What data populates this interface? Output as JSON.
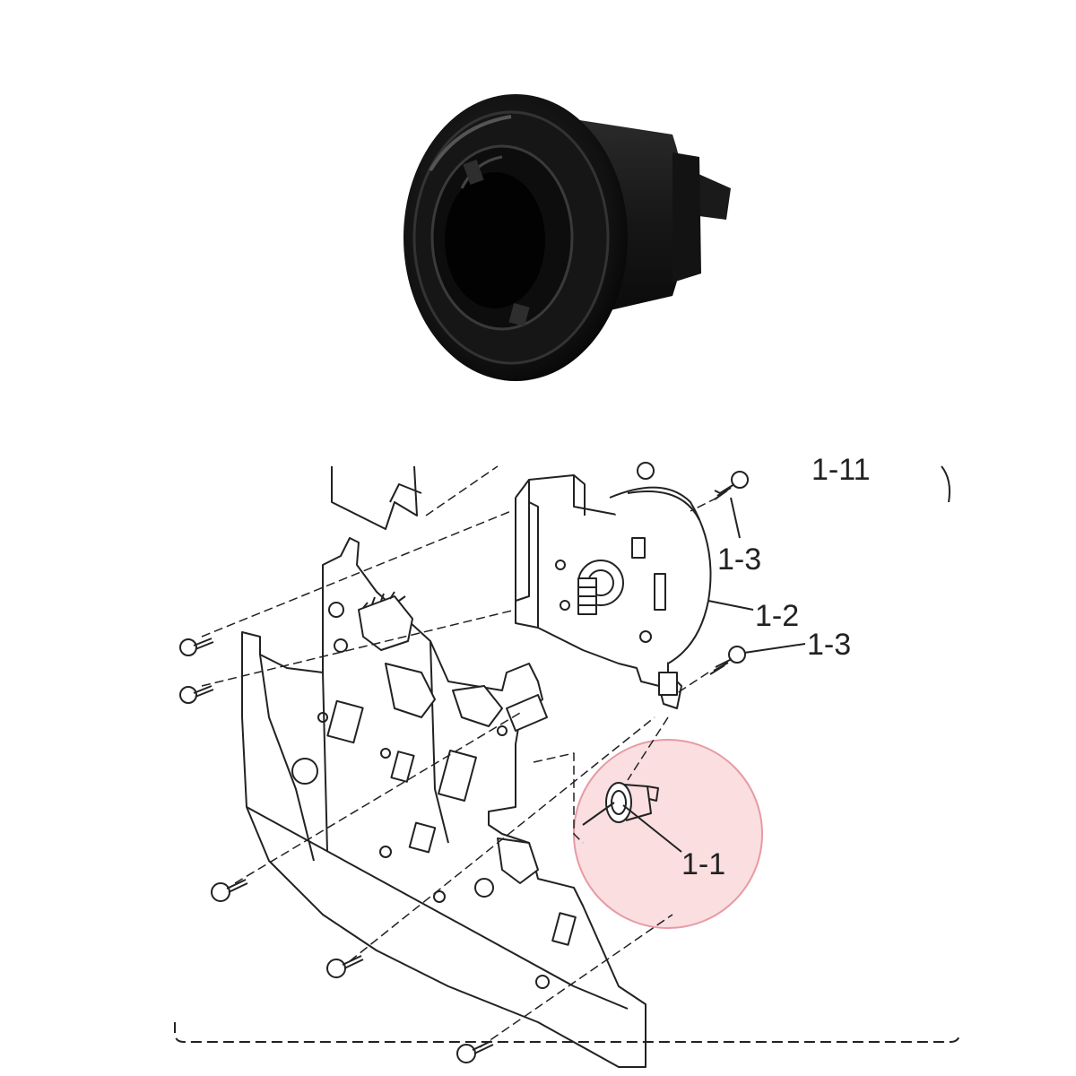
{
  "labels": {
    "part_1_1": "1-1",
    "part_1_2": "1-2",
    "part_1_3_top": "1-3",
    "part_1_3_mid": "1-3",
    "part_1_11": "1-11"
  },
  "colors": {
    "highlight_fill": "#f8d3d6",
    "highlight_stroke": "#e79aa3",
    "part_dark": "#141414",
    "line_art": "#222222"
  }
}
